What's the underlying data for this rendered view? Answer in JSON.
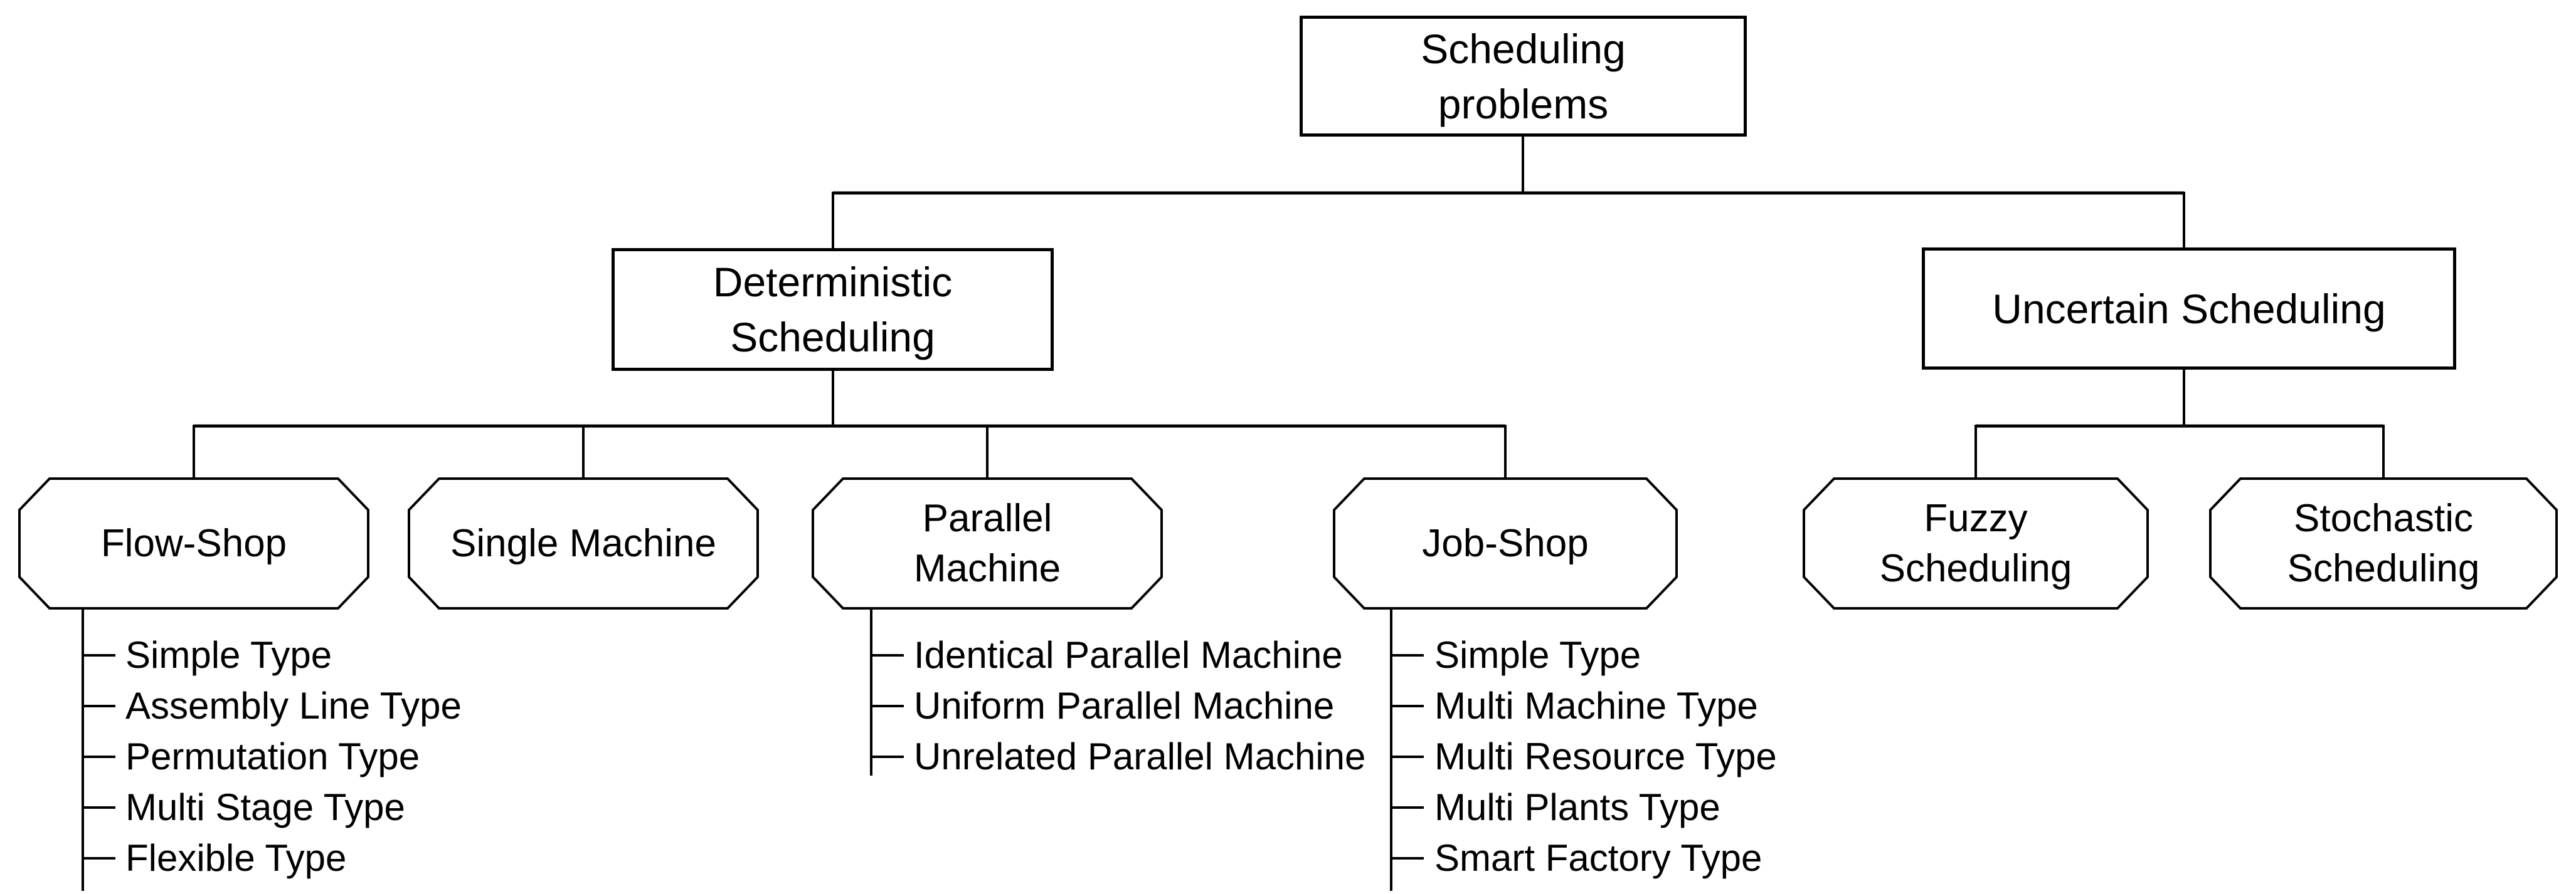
{
  "diagram": {
    "title": "Scheduling problems taxonomy",
    "colors": {
      "line": "#000000",
      "text": "#000000",
      "background": "#ffffff"
    },
    "root": {
      "label": "Scheduling problems"
    },
    "level1": [
      {
        "id": "deterministic",
        "label": "Deterministic Scheduling"
      },
      {
        "id": "uncertain",
        "label": "Uncertain Scheduling"
      }
    ],
    "categories": [
      {
        "id": "flow-shop",
        "label": "Flow-Shop",
        "parent": "deterministic",
        "children": [
          "Simple Type",
          "Assembly Line Type",
          "Permutation Type",
          "Multi Stage Type",
          "Flexible Type"
        ]
      },
      {
        "id": "single-machine",
        "label": "Single Machine",
        "parent": "deterministic",
        "children": []
      },
      {
        "id": "parallel-machine",
        "label": "Parallel Machine",
        "parent": "deterministic",
        "children": [
          "Identical Parallel Machine",
          "Uniform Parallel Machine",
          "Unrelated Parallel Machine"
        ]
      },
      {
        "id": "job-shop",
        "label": "Job-Shop",
        "parent": "deterministic",
        "children": [
          "Simple Type",
          "Multi Machine Type",
          "Multi Resource Type",
          "Multi Plants Type",
          "Smart Factory Type"
        ]
      },
      {
        "id": "fuzzy",
        "label": "Fuzzy Scheduling",
        "parent": "uncertain",
        "children": []
      },
      {
        "id": "stochastic",
        "label": "Stochastic Scheduling",
        "parent": "uncertain",
        "children": []
      }
    ]
  }
}
